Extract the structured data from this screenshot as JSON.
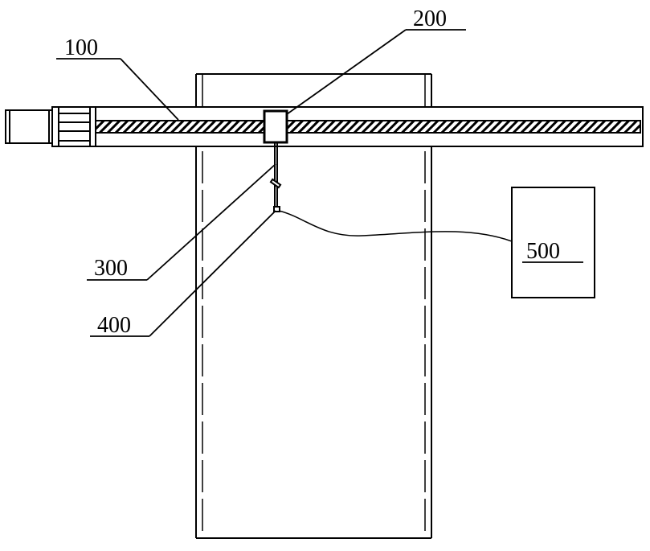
{
  "labels": {
    "rail": "100",
    "slider": "200",
    "hanger": "300",
    "probe": "400",
    "controller": "500"
  },
  "colors": {
    "stroke": "#000000",
    "background": "#ffffff"
  }
}
